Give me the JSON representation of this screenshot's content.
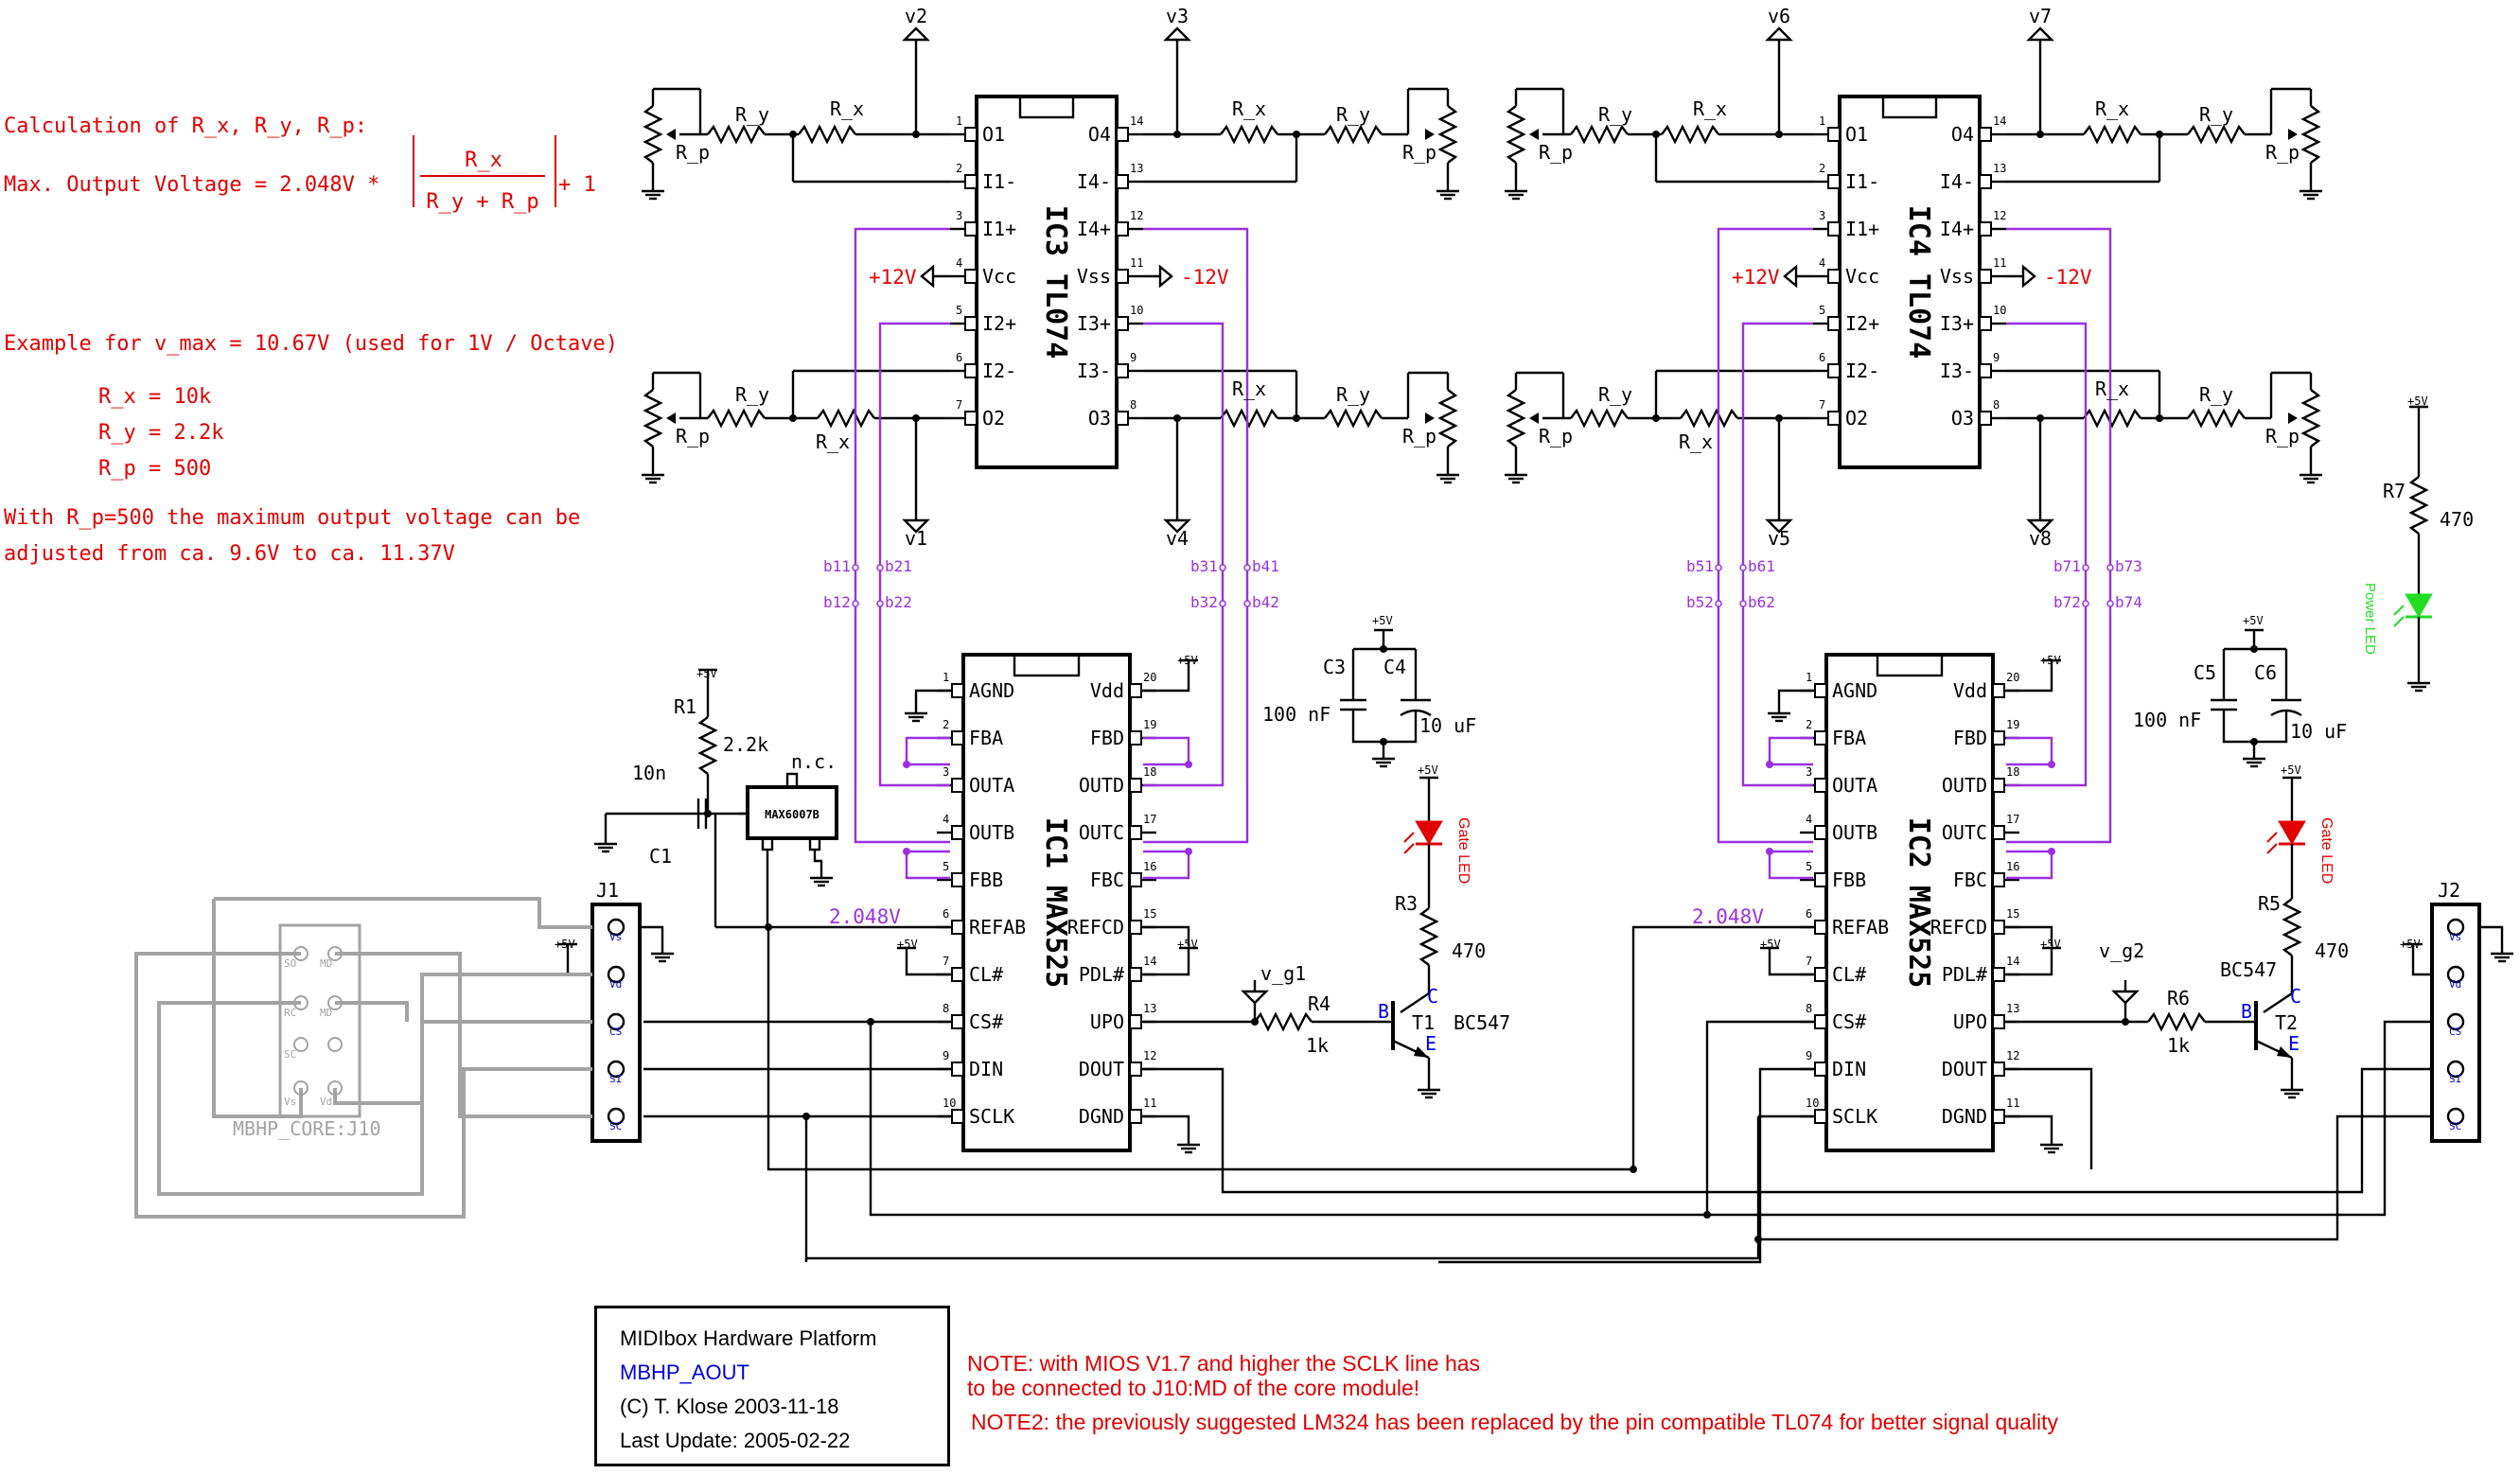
{
  "calc": {
    "heading": "Calculation of R_x, R_y, R_p:",
    "formula_prefix": "Max. Output Voltage = 2.048V *",
    "formula_num": "R_x",
    "formula_den": "R_y + R_p",
    "formula_plus": "+ 1",
    "example": "Example for v_max = 10.67V (used for 1V / Octave)",
    "rx": "R_x = 10k",
    "ry": "R_y = 2.2k",
    "rp": "R_p = 500",
    "note1": "With R_p=500 the maximum output voltage can be",
    "note2": "adjusted from ca. 9.6V to ca. 11.37V"
  },
  "title_block": {
    "line1": "MIDIbox Hardware Platform",
    "line2": "MBHP_AOUT",
    "line3": "(C) T. Klose 2003-11-18",
    "line4": "Last Update: 2005-02-22"
  },
  "notes": {
    "note1a": "NOTE: with MIOS V1.7 and higher the SCLK line has",
    "note1b": "to be connected to J10:MD of the core module!",
    "note2": "NOTE2: the previously suggested LM324 has been replaced by the pin compatible TL074 for better signal quality"
  },
  "labels": {
    "ic3": "IC3  TL074",
    "ic4": "IC4  TL074",
    "ic1": "IC1  MAX525",
    "ic2": "IC2  MAX525",
    "opamp_left_pins": [
      "O1",
      "I1-",
      "I1+",
      "Vcc",
      "I2+",
      "I2-",
      "O2"
    ],
    "opamp_right_pins": [
      "O4",
      "I4-",
      "I4+",
      "Vss",
      "I3+",
      "I3-",
      "O3"
    ],
    "opamp_left_nums": [
      "1",
      "2",
      "3",
      "4",
      "5",
      "6",
      "7"
    ],
    "opamp_right_nums": [
      "14",
      "13",
      "12",
      "11",
      "10",
      "9",
      "8"
    ],
    "dac_left_pins": [
      "AGND",
      "FBA",
      "OUTA",
      "OUTB",
      "FBB",
      "REFAB",
      "CL#",
      "CS#",
      "DIN",
      "SCLK"
    ],
    "dac_right_pins": [
      "Vdd",
      "FBD",
      "OUTD",
      "OUTC",
      "FBC",
      "REFCD",
      "PDL#",
      "UPO",
      "DOUT",
      "DGND"
    ],
    "dac_left_nums": [
      "1",
      "2",
      "3",
      "4",
      "5",
      "6",
      "7",
      "8",
      "9",
      "10"
    ],
    "dac_right_nums": [
      "20",
      "19",
      "18",
      "17",
      "16",
      "15",
      "14",
      "13",
      "12",
      "11"
    ],
    "v2": "v2",
    "v3": "v3",
    "v6": "v6",
    "v7": "v7",
    "v1": "v1",
    "v4": "v4",
    "v5": "v5",
    "v8": "v8",
    "r_x": "R_x",
    "r_y": "R_y",
    "r_p": "R_p",
    "plus12": "+12V",
    "minus12": "-12V",
    "plus5": "+5V",
    "c3": "C3",
    "c4": "C4",
    "c5": "C5",
    "c6": "C6",
    "c100n": "100 nF",
    "c10u": "10 uF",
    "r1": "R1",
    "r1v": "2.2k",
    "c1": "C1",
    "c1v": "10n",
    "max6007": "MAX6007B",
    "nc": "n.c.",
    "vref": "2.048V",
    "j1": "J1",
    "j2": "J2",
    "j_pins": [
      "Vs",
      "Vd",
      "CS",
      "SI",
      "SC"
    ],
    "core": "MBHP_CORE:J10",
    "core_pins_left": [
      "SO",
      "RC",
      "SC",
      "Vs"
    ],
    "core_pins_right": [
      "MD",
      "MD",
      "",
      "Vd"
    ],
    "vg1": "v_g1",
    "vg2": "v_g2",
    "r4": "R4",
    "r4v": "1k",
    "r6": "R6",
    "r6v": "1k",
    "r3": "R3",
    "r3v": "470",
    "r5": "R5",
    "r5v": "470",
    "r7": "R7",
    "r7v": "470",
    "t1": "T1",
    "t2": "T2",
    "bc547": "BC547",
    "b": "B",
    "c": "C",
    "e": "E",
    "gate_led": "Gate LED",
    "power_led": "Power LED",
    "bus_left": [
      "b11",
      "b12",
      "b21",
      "b22",
      "b31",
      "b32",
      "b41",
      "b42"
    ],
    "bus_right": [
      "b51",
      "b52",
      "b61",
      "b62",
      "b71",
      "b72",
      "b73",
      "b74"
    ]
  }
}
